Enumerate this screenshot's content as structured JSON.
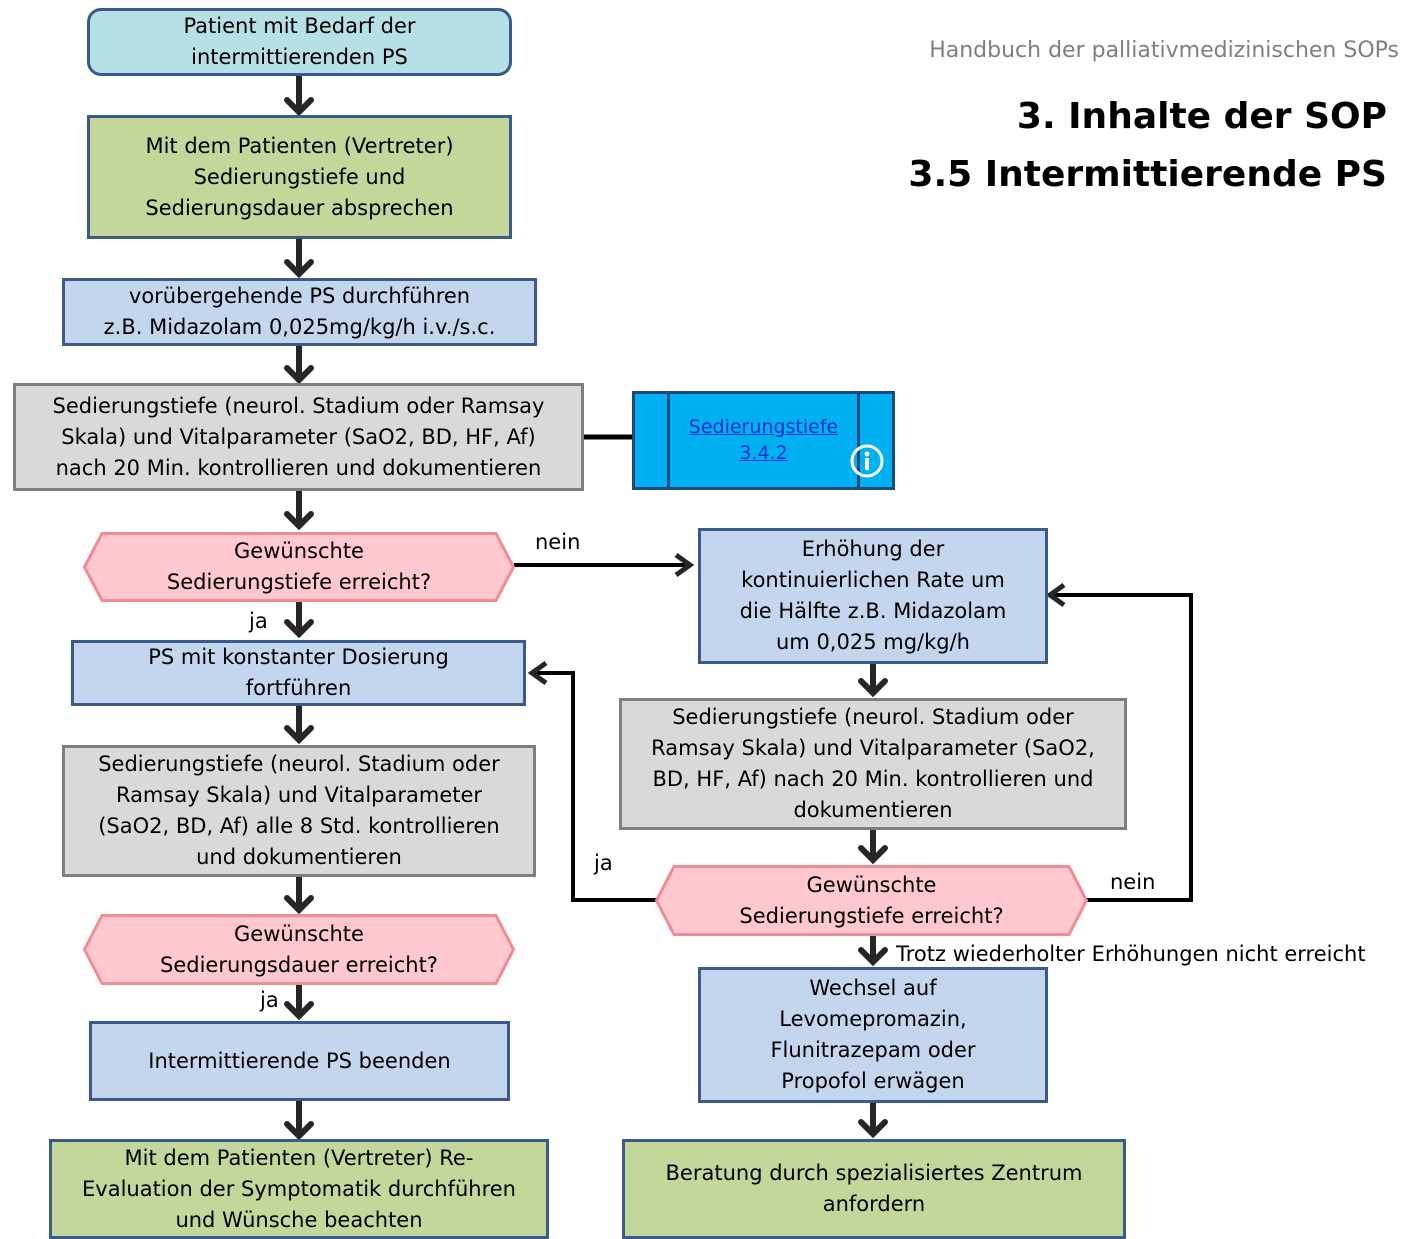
{
  "header": {
    "handbook": "Handbuch der palliativmedizinischen SOPs",
    "title_line1": "3. Inhalte der SOP",
    "title_line2": "3.5  Intermittierende PS"
  },
  "nodes": {
    "start": "Patient mit Bedarf der\nintermittierenden  PS",
    "consult": "Mit dem Patienten (Vertreter)\nSedierungstiefe und\nSedierungsdauer absprechen",
    "temp_ps": "vorübergehende PS durchführen\nz.B. Midazolam 0,025mg/kg/h i.v./s.c.",
    "check1": "Sedierungstiefe (neurol. Stadium oder Ramsay\nSkala) und Vitalparameter (SaO2, BD, HF, Af)\nnach 20 Min. kontrollieren und dokumentieren",
    "decision1": "Gewünschte\nSedierungstiefe  erreicht?",
    "constant": "PS mit konstanter Dosierung\nfortführen",
    "check_8h": "Sedierungstiefe (neurol. Stadium oder\nRamsay Skala) und Vitalparameter\n(SaO2, BD, Af) alle 8 Std. kontrollieren\nund dokumentieren",
    "decision_duration": "Gewünschte\nSedierungsdauer erreicht?",
    "end_ps": "Intermittierende PS beenden",
    "reeval": "Mit dem Patienten (Vertreter) Re-\nEvaluation der Symptomatik durchführen\nund Wünsche beachten",
    "increase": "Erhöhung der\nkontinuierlichen Rate um\ndie Hälfte  z.B. Midazolam\num 0,025 mg/kg/h",
    "check2": "Sedierungstiefe (neurol. Stadium oder\nRamsay Skala) und Vitalparameter (SaO2,\nBD, HF, Af) nach 20 Min. kontrollieren und\ndokumentieren",
    "decision2": "Gewünschte\nSedierungstiefe  erreicht?",
    "switch": "Wechsel auf\nLevomepromazin,\nFlunitrazepam oder\nPropofol erwägen",
    "consult_center": "Beratung durch spezialisiertes Zentrum\nanfordern"
  },
  "reference": {
    "link": "Sedierungstiefe\n3.4.2",
    "icon": "info-icon"
  },
  "edge_labels": {
    "nein1": "nein",
    "ja1": "ja",
    "ja2": "ja",
    "nein2": "nein",
    "ja3": "ja",
    "not_reached": "Trotz wiederholter Erhöhungen nicht erreicht"
  },
  "colors": {
    "process_blue": "#c4d6ee",
    "start_lightblue": "#b7dfe6",
    "action_green": "#c4d79b",
    "check_gray": "#d9d9d9",
    "decision_pink": "#ffc7ce",
    "decision_border": "#f08c94",
    "reference_cyan": "#00b0f0",
    "connector": "#000000",
    "arrow": "#262626"
  }
}
